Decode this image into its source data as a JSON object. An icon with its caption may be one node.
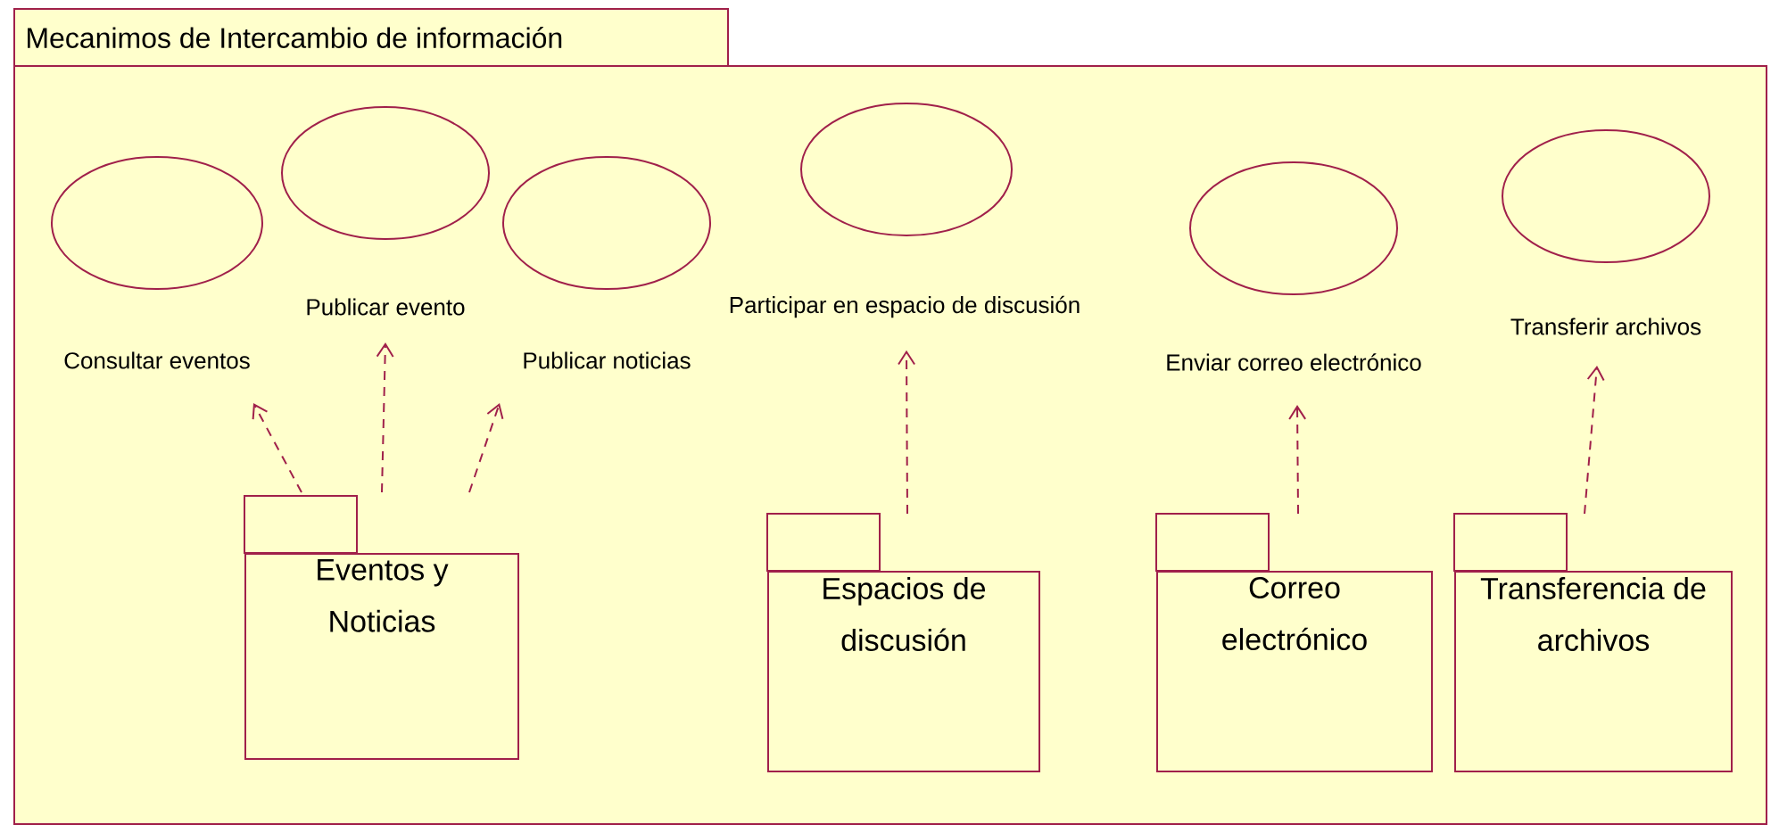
{
  "diagram": {
    "nodes": [
      {
        "text": [
          "Mecanimos de Intercambio de información"
        ]
      },
      {
        "text": [
          "Consultar eventos"
        ],
        "in": 0
      },
      {
        "text": [
          "Publicar evento"
        ],
        "in": 0
      },
      {
        "text": [
          "Publicar noticias"
        ],
        "in": 0
      },
      {
        "text": [
          "Participar en espacio de discusión"
        ],
        "in": 0
      },
      {
        "text": [
          "Enviar correo electrónico"
        ],
        "in": 0
      },
      {
        "text": [
          "Transferir archivos"
        ],
        "in": 0
      },
      {
        "text": [
          "Eventos y Noticias"
        ],
        "in": 0
      },
      {
        "text": [
          "Espacios de discusión"
        ],
        "in": 0
      },
      {
        "text": [
          "Correo electrónico"
        ],
        "in": 0
      },
      {
        "text": [
          "Transferencia de archivos"
        ],
        "in": 0
      }
    ],
    "edges": [
      {
        "from": 7,
        "to": 1,
        "arrow": "to",
        "style": "dashed"
      },
      {
        "from": 7,
        "to": 2,
        "arrow": "to",
        "style": "dashed"
      },
      {
        "from": 7,
        "to": 3,
        "arrow": "to",
        "style": "dashed"
      },
      {
        "from": 8,
        "to": 4,
        "arrow": "to",
        "style": "dashed"
      },
      {
        "from": 9,
        "to": 5,
        "arrow": "to",
        "style": "dashed"
      },
      {
        "from": 10,
        "to": 6,
        "arrow": "to",
        "style": "dashed"
      }
    ]
  }
}
